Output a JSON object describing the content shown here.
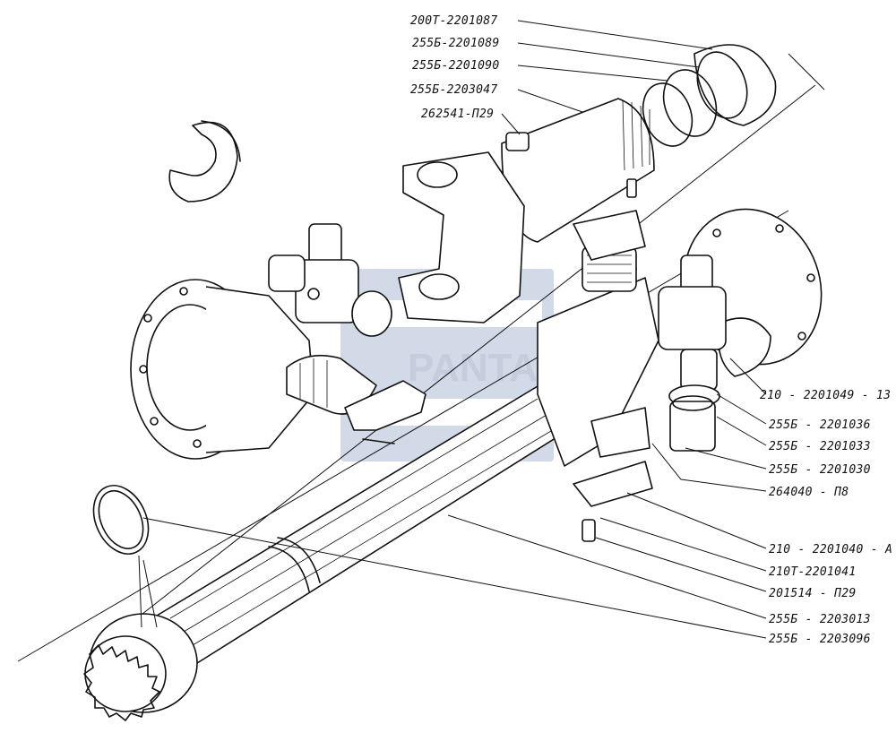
{
  "diagram": {
    "watermark": "PANTAB",
    "labels": [
      {
        "id": "l1",
        "text": "200T-2201087"
      },
      {
        "id": "l2",
        "text": "255Б-2201089"
      },
      {
        "id": "l3",
        "text": "255Б-2201090"
      },
      {
        "id": "l4",
        "text": "255Б-2203047"
      },
      {
        "id": "l5",
        "text": "262541-П29"
      },
      {
        "id": "l6",
        "text": "210 - 2201049 - 13"
      },
      {
        "id": "l7",
        "text": "255Б - 2201036"
      },
      {
        "id": "l8",
        "text": "255Б - 2201033"
      },
      {
        "id": "l9",
        "text": "255Б - 2201030"
      },
      {
        "id": "l10",
        "text": "264040 - П8"
      },
      {
        "id": "l11",
        "text": "210 - 2201040 - А"
      },
      {
        "id": "l12",
        "text": "210T-2201041"
      },
      {
        "id": "l13",
        "text": "201514 - П29"
      },
      {
        "id": "l14",
        "text": "255Б - 2203013"
      },
      {
        "id": "l15",
        "text": "255Б - 2203096"
      }
    ]
  }
}
